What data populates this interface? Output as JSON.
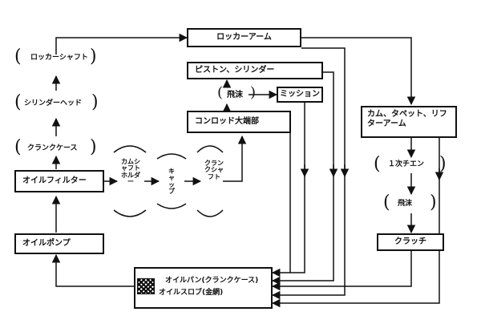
{
  "nodes": {
    "rocker_arm": "ロッカーアーム",
    "rocker_shaft": "ロッカーシャフト",
    "cylinder_head": "シリンダーヘッド",
    "crankcase": "クランクケース",
    "oil_filter": "オイルフィルター",
    "oil_pump": "オイルポンプ",
    "piston_cylinder": "ピストン、シリンダー",
    "splash_top": "飛沫",
    "mission": "ミッション",
    "conrod": "コンロッド大端部",
    "camshaft_holder": "カムシャフトホルダー",
    "cap": "キャップ",
    "crankshaft": "クランクシャフト",
    "cam_tappet": "カム、タペット、リフターアーム",
    "primary_chain": "１次チエン",
    "splash_right": "飛沫",
    "clutch": "クラッチ",
    "oil_pan": "オイルパン(クランクケース)",
    "oil_strainer": "オイルスロブ(金網)"
  }
}
